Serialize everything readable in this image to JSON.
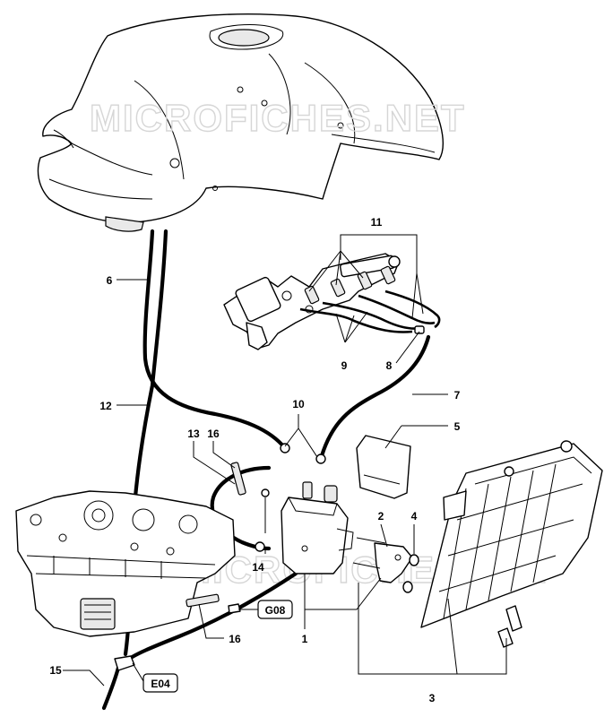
{
  "watermark": "MICROFICHES.NET",
  "callouts": {
    "p1": "1",
    "p2": "2",
    "p3": "3",
    "p4": "4",
    "p5": "5",
    "p6": "6",
    "p7": "7",
    "p8": "8",
    "p9": "9",
    "p10": "10",
    "p11": "11",
    "p12": "12",
    "p13": "13",
    "p14": "14",
    "p15": "15",
    "p16a": "16",
    "p16b": "16"
  },
  "references": {
    "g08": "G08",
    "e04": "E04"
  },
  "colors": {
    "line": "#000000",
    "background": "#ffffff",
    "watermark": "#d6d6d6"
  }
}
